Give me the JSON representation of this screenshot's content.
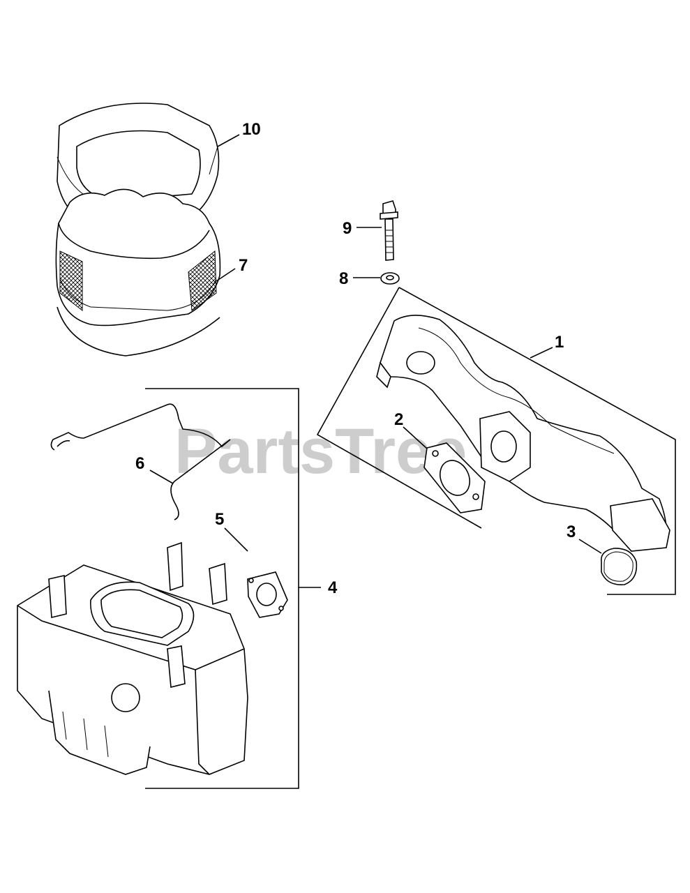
{
  "watermark": "PartsTree",
  "callouts": {
    "c1": "1",
    "c2": "2",
    "c3": "3",
    "c4": "4",
    "c5": "5",
    "c6": "6",
    "c7": "7",
    "c8": "8",
    "c9": "9",
    "c10": "10"
  },
  "colors": {
    "line": "#000000",
    "watermark": "#bdbdbd",
    "background": "#ffffff"
  }
}
